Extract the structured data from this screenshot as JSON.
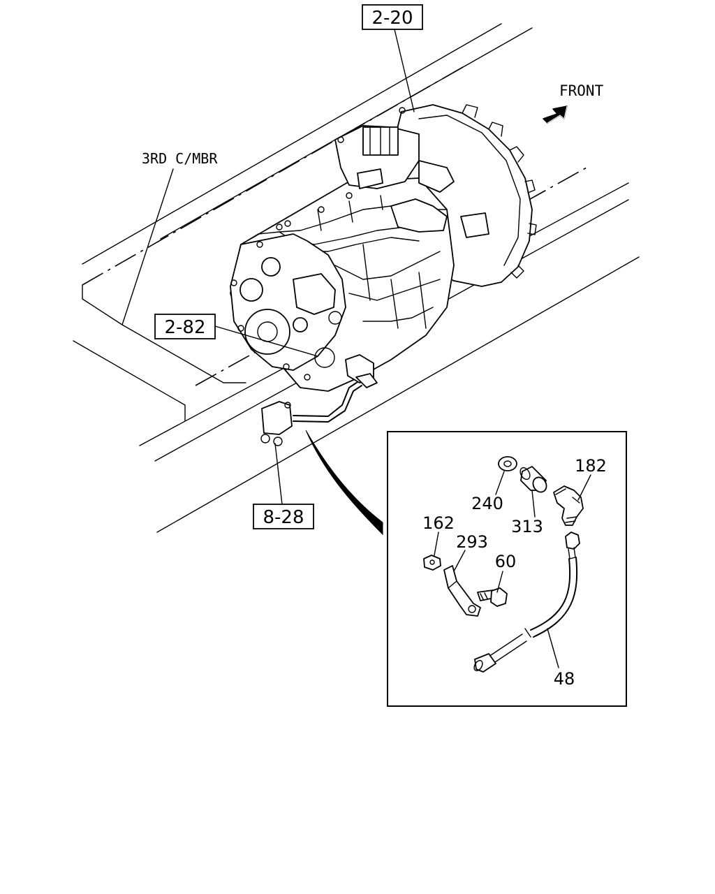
{
  "labels": {
    "ref_2_20": "2-20",
    "ref_2_82": "2-82",
    "ref_8_28": "8-28",
    "front": "FRONT",
    "third_crossmember": "3RD C/MBR"
  },
  "parts": {
    "p240": "240",
    "p313": "313",
    "p182": "182",
    "p162": "162",
    "p293": "293",
    "p60": "60",
    "p48": "48"
  }
}
